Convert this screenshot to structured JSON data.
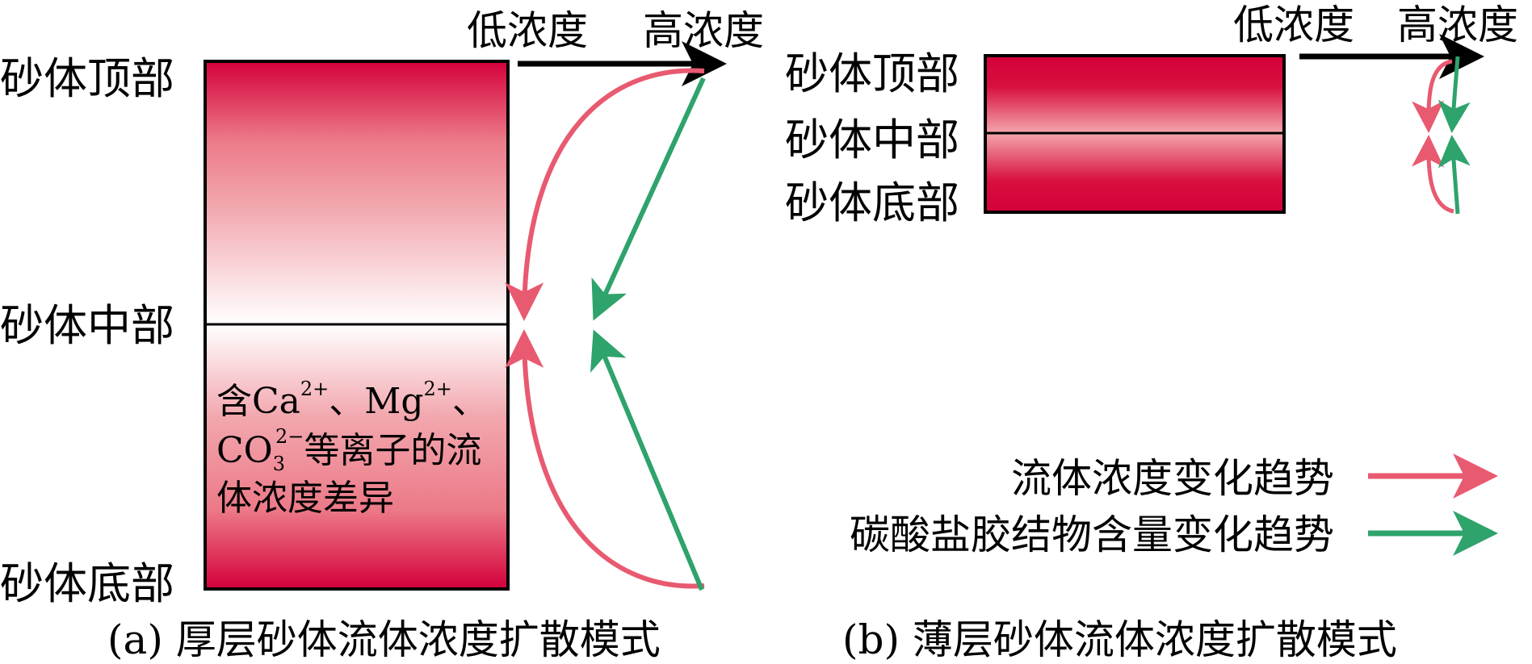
{
  "panel_a": {
    "labels": {
      "top": "砂体顶部",
      "middle": "砂体中部",
      "bottom": "砂体底部"
    },
    "axis": {
      "low": "低浓度",
      "high": "高浓度"
    },
    "inner_text": {
      "line1_a": "含Ca",
      "sup1": "2+",
      "line1_b": "、Mg",
      "sup2": "2+",
      "line1_c": "、",
      "line2_a": "CO",
      "sub": "3",
      "sup3": "2−",
      "line2_b": "等离子的流",
      "line3": "体浓度差异"
    },
    "caption": "(a) 厚层砂体流体浓度扩散模式"
  },
  "panel_b": {
    "labels": {
      "top": "砂体顶部",
      "middle": "砂体中部",
      "bottom": "砂体底部"
    },
    "axis": {
      "low": "低浓度",
      "high": "高浓度"
    },
    "caption": "(b) 薄层砂体流体浓度扩散模式"
  },
  "legend": {
    "items": [
      {
        "label": "流体浓度变化趋势",
        "color": "#e85a70"
      },
      {
        "label": "碳酸盐胶结物含量变化趋势",
        "color": "#2ea36c"
      }
    ]
  },
  "colors": {
    "dark_red": "#d4003a",
    "pink": "#f0a3ab",
    "fluid": "#e85a70",
    "carbonate": "#2ea36c"
  }
}
